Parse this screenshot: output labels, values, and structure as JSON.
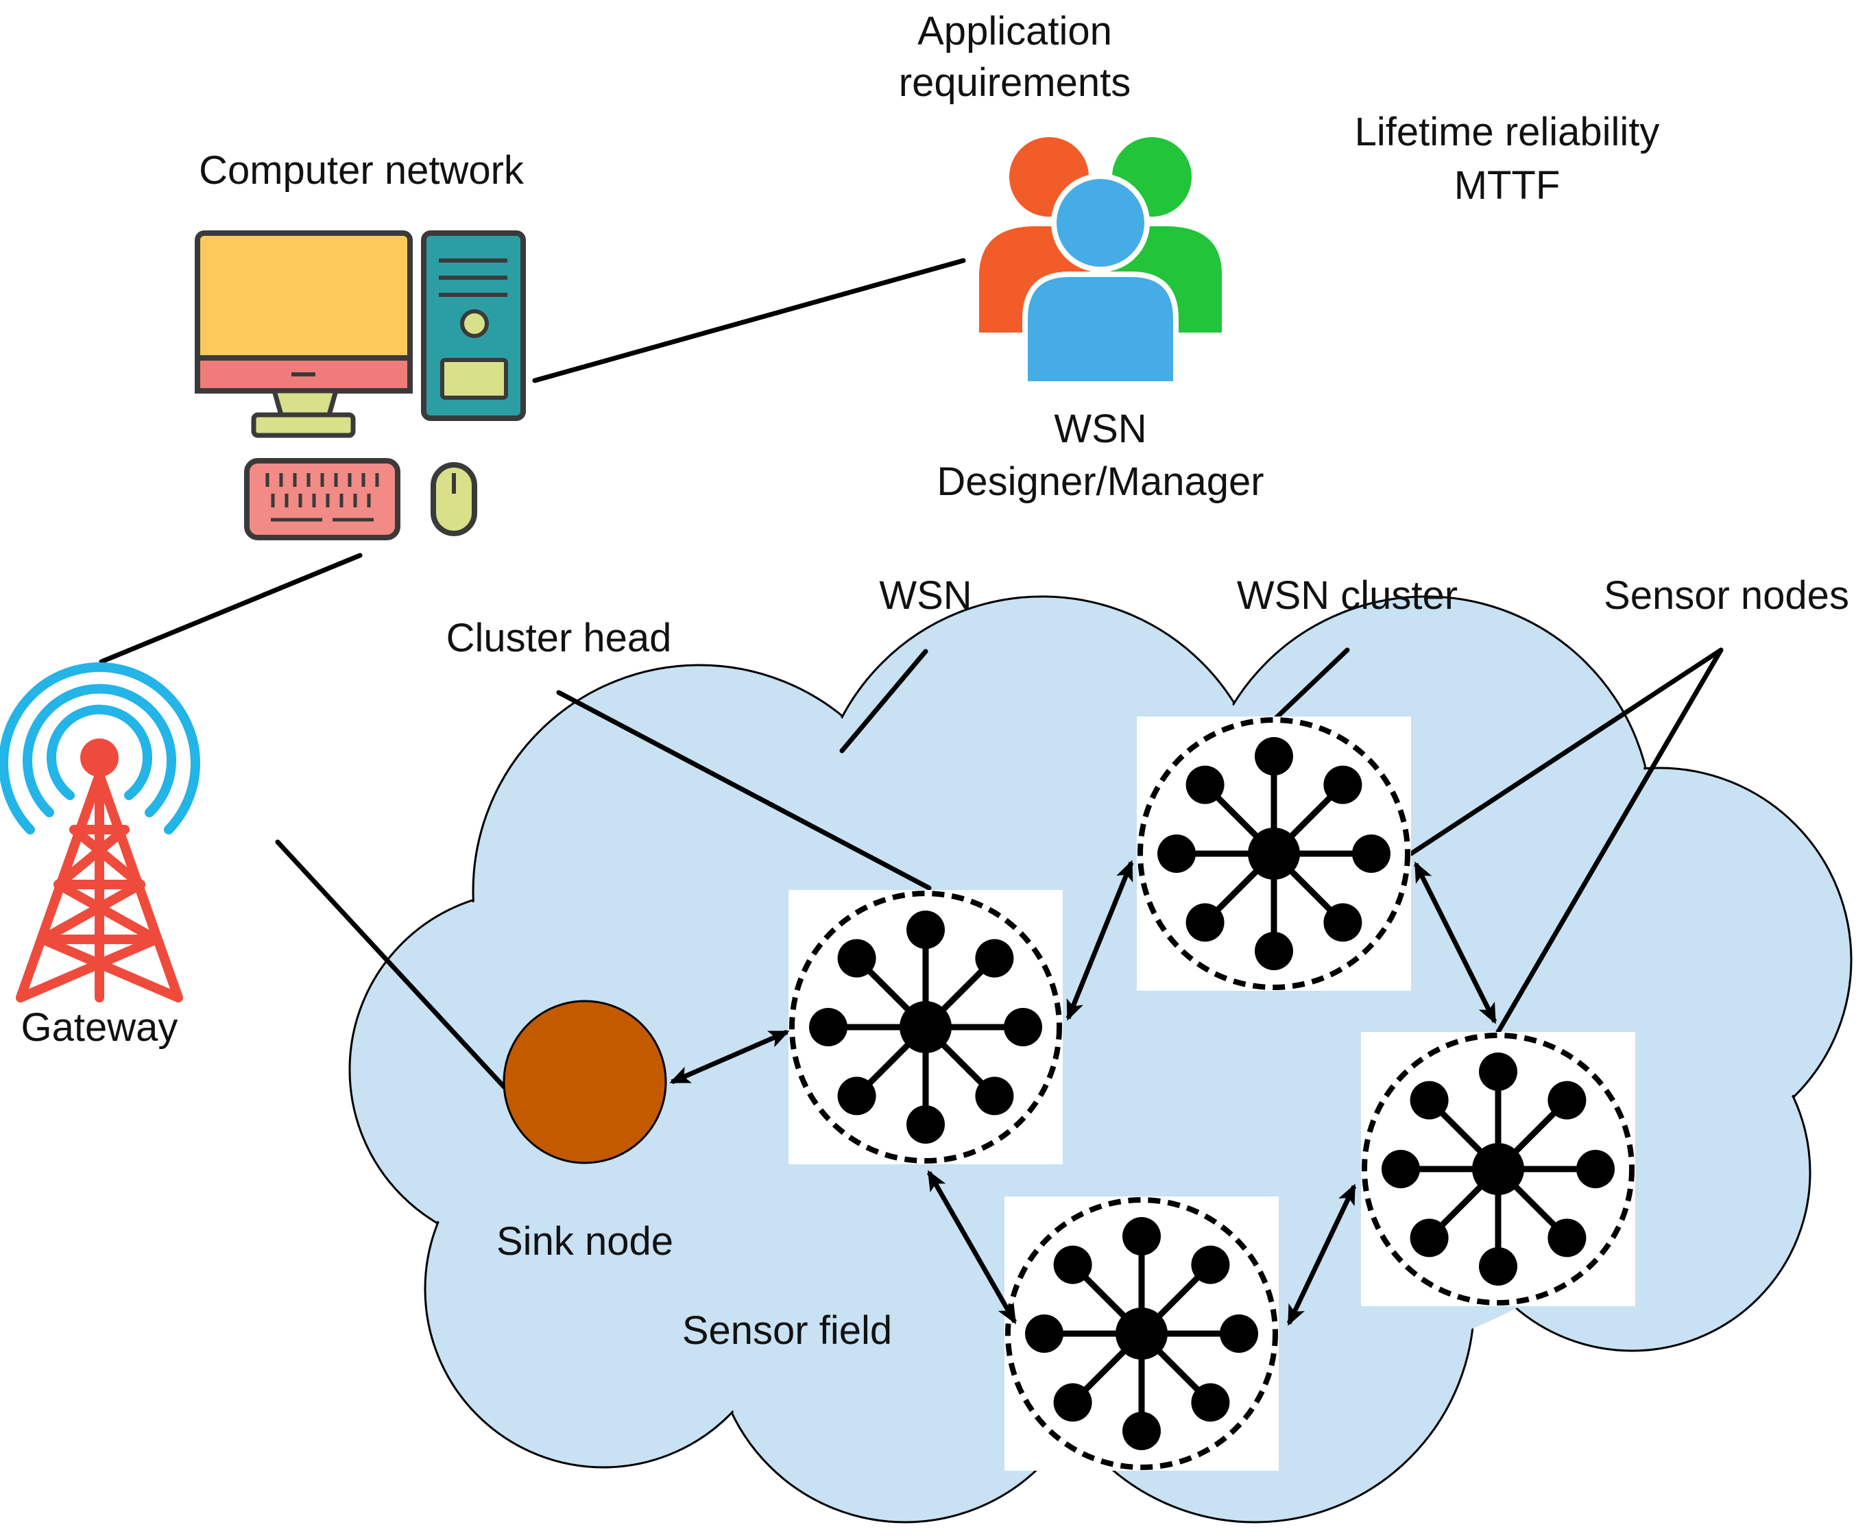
{
  "labels": {
    "application_requirements": [
      "Application",
      "requirements"
    ],
    "lifetime_reliability": [
      "Lifetime reliability",
      "MTTF"
    ],
    "computer_network": "Computer network",
    "wsn_designer": [
      "WSN",
      "Designer/Manager"
    ],
    "gateway": "Gateway",
    "cluster_head": "Cluster head",
    "wsn": "WSN",
    "wsn_cluster": "WSN cluster",
    "sensor_nodes": "Sensor nodes",
    "sink_node": "Sink node",
    "sensor_field": "Sensor field"
  },
  "icons": [
    "computer-icon",
    "users-group-icon",
    "antenna-tower-icon",
    "cluster-icon"
  ],
  "colors": {
    "cloud_fill": "#c8e1f3",
    "sink_node": "#c45a00",
    "monitor_screen": "#fdc95a",
    "monitor_bezel": "#f07b7b",
    "tower_case": "#2b9ea3",
    "tower_panel": "#d8e08a",
    "keyboard": "#f28a86",
    "person_left": "#f25c28",
    "person_right": "#22c43a",
    "person_center": "#45ace6",
    "antenna_waves": "#23b4e8",
    "antenna_tower": "#ef4b3c",
    "line": "#000000"
  }
}
